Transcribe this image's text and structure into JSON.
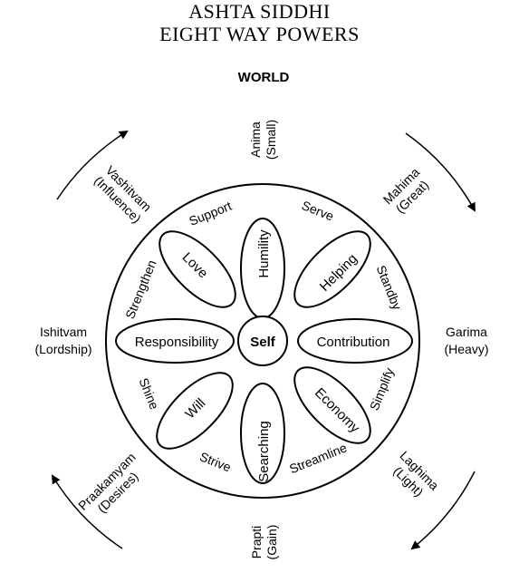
{
  "title": {
    "line1": "ASHTA SIDDHI",
    "line2": "EIGHT WAY POWERS"
  },
  "world": "WORLD",
  "center": "Self",
  "petals": {
    "top": "Humility",
    "top_right": "Helping",
    "right": "Contribution",
    "bottom_right": "Economy",
    "bottom": "Searching",
    "bottom_left": "Will",
    "left": "Responsibility",
    "top_left": "Love"
  },
  "ring_words": {
    "support": "Support",
    "serve": "Serve",
    "standby": "Standby",
    "simplify": "Simplify",
    "streamline": "Streamline",
    "strive": "Strive",
    "shine": "Shine",
    "strengthen": "Strengthen"
  },
  "powers": {
    "anima": {
      "name": "Anima",
      "meaning": "(Small)"
    },
    "mahima": {
      "name": "Mahima",
      "meaning": "(Great)"
    },
    "garima": {
      "name": "Garima",
      "meaning": "(Heavy)"
    },
    "laghima": {
      "name": "Laghima",
      "meaning": "(Light)"
    },
    "prapti": {
      "name": "Prapti",
      "meaning": "(Gain)"
    },
    "praakamyam": {
      "name": "Praakamyam",
      "meaning": "(Desires)"
    },
    "ishitvam": {
      "name": "Ishitvam",
      "meaning": "(Lordship)"
    },
    "vashitvam": {
      "name": "Vashitvam",
      "meaning": "(Influence)"
    }
  }
}
